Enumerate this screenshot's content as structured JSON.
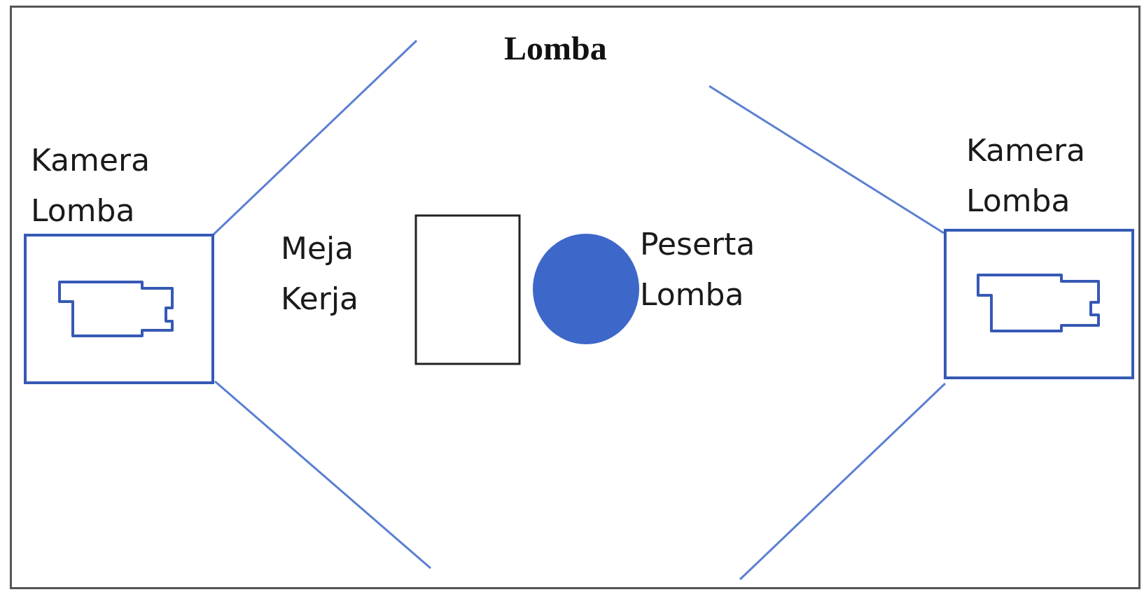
{
  "title": "Lomba",
  "left_camera": {
    "label_line1": "Kamera",
    "label_line2": "Lomba"
  },
  "right_camera": {
    "label_line1": "Kamera",
    "label_line2": "Lomba"
  },
  "desk": {
    "label_line1": "Meja",
    "label_line2": "Kerja"
  },
  "participant": {
    "label_line1": "Peserta",
    "label_line2": "Lomba"
  },
  "colors": {
    "line": "#5b7fd1",
    "camera_box": "#3659b4",
    "participant_fill": "#3d67c9",
    "desk_outline": "#222222",
    "frame": "#555555"
  },
  "icons": {
    "camera": "video-camera-icon"
  }
}
